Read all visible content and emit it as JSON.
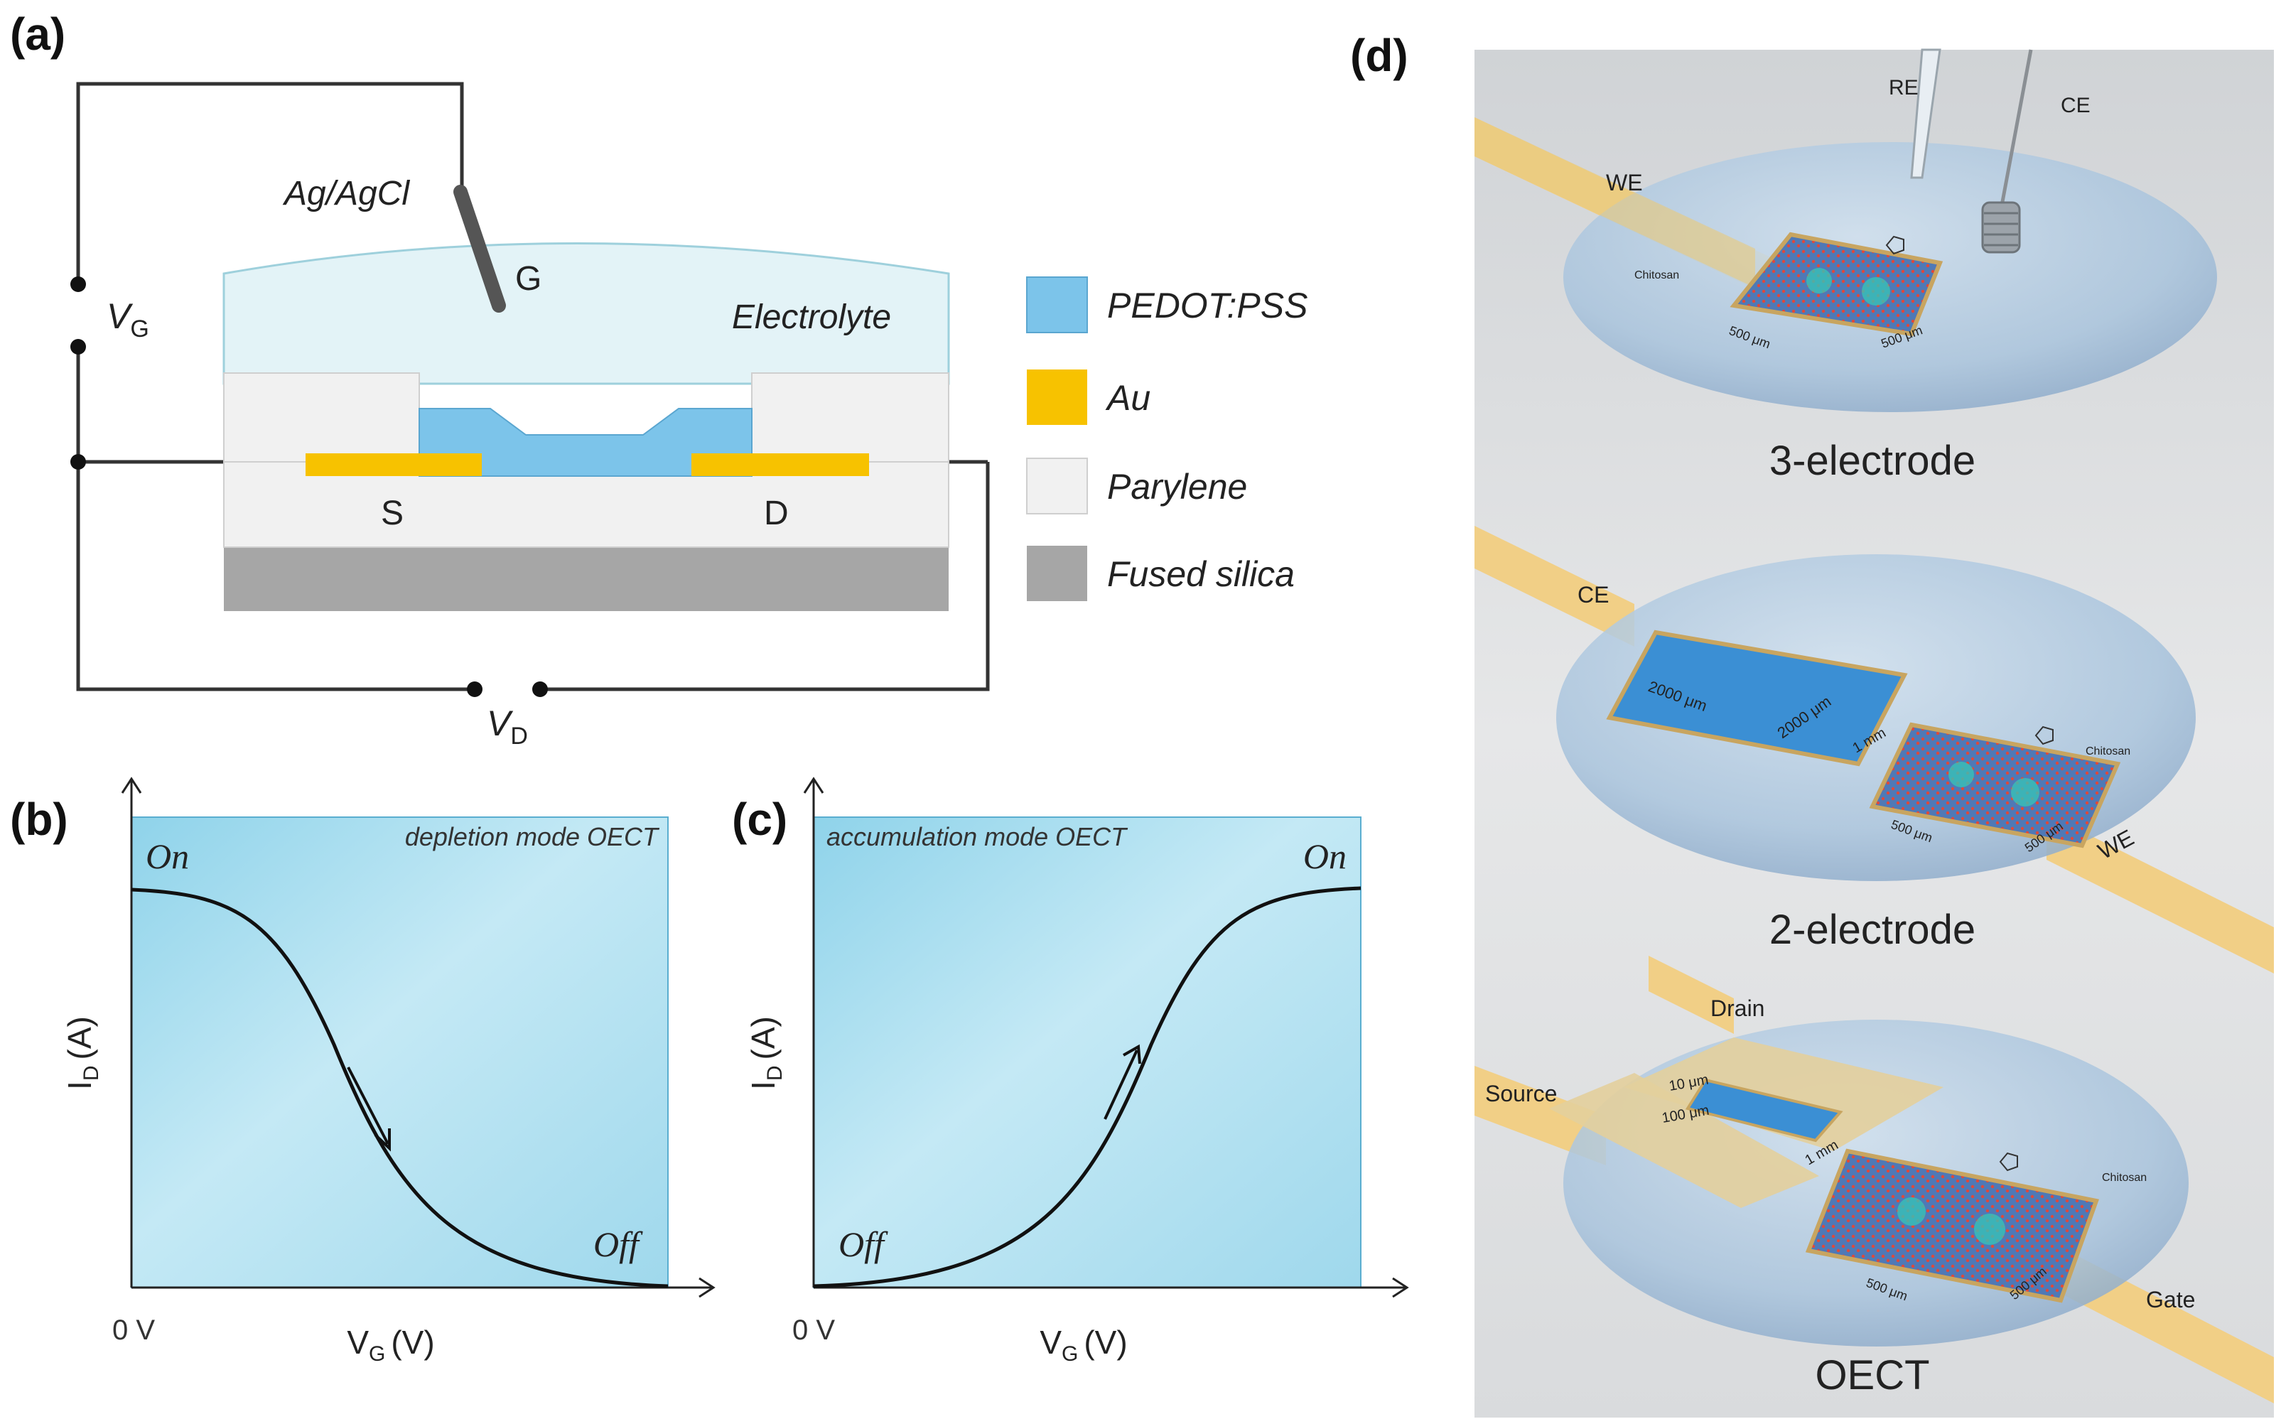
{
  "panel_a": {
    "label": "(a)",
    "electrode_label": "Ag/AgCl",
    "gate_label": "G",
    "electrolyte_label": "Electrolyte",
    "source_label": "S",
    "drain_label": "D",
    "vg_main": "V",
    "vg_sub": "G",
    "vd_main": "V",
    "vd_sub": "D",
    "legend": [
      {
        "label": "PEDOT:PSS",
        "color": "#7cc4ea"
      },
      {
        "label": "Au",
        "color": "#f7c200"
      },
      {
        "label": "Parylene",
        "color": "#f1f1f1"
      },
      {
        "label": "Fused silica",
        "color": "#a6a6a6"
      }
    ]
  },
  "panel_b": {
    "label": "(b)",
    "title": "depletion mode OECT",
    "on_label": "On",
    "off_label": "Off",
    "ylabel_main": "I",
    "ylabel_sub": "D",
    "ylabel_unit": "(A)",
    "xlabel_main": "V",
    "xlabel_sub": "G",
    "xlabel_unit": "(V)",
    "origin_label": "0 V"
  },
  "panel_c": {
    "label": "(c)",
    "title": "accumulation mode OECT",
    "on_label": "On",
    "off_label": "Off",
    "ylabel_main": "I",
    "ylabel_sub": "D",
    "ylabel_unit": "(A)",
    "xlabel_main": "V",
    "xlabel_sub": "G",
    "xlabel_unit": "(V)",
    "origin_label": "0 V"
  },
  "panel_d": {
    "label": "(d)",
    "three": {
      "caption": "3-electrode",
      "we": "WE",
      "re": "RE",
      "ce": "CE",
      "chitosan": "Chitosan",
      "dim1": "500 μm",
      "dim2": "500 μm"
    },
    "two": {
      "caption": "2-electrode",
      "ce": "CE",
      "we": "WE",
      "dim_ce1": "2000 μm",
      "dim_ce2": "2000 μm",
      "gap": "1 mm",
      "chitosan": "Chitosan",
      "dim1": "500 μm",
      "dim2": "500 μm"
    },
    "oect": {
      "caption": "OECT",
      "drain": "Drain",
      "source": "Source",
      "gate": "Gate",
      "ch1": "10 μm",
      "ch2": "100 μm",
      "gap": "1 mm",
      "chitosan": "Chitosan",
      "dim1": "500 μm",
      "dim2": "500 μm"
    }
  }
}
